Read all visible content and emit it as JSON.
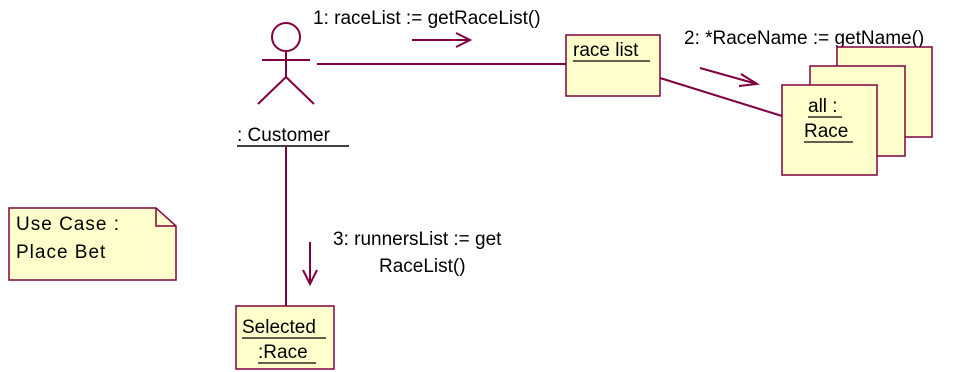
{
  "actor": {
    "name": ": Customer"
  },
  "objects": {
    "race_list": "race list",
    "all_race": [
      "all :",
      "Race"
    ],
    "selected_race": [
      "Selected",
      ":Race"
    ]
  },
  "messages": {
    "m1": "1: raceList := getRaceList()",
    "m2": "2: *RaceName := getName()",
    "m3": [
      "3: runnersList := get",
      "RaceList()"
    ]
  },
  "note": {
    "lines": [
      "Use Case :",
      "Place Bet"
    ]
  },
  "colors": {
    "line": "#800040",
    "box_fill": "#ffffcc",
    "box_stroke": "#800040"
  }
}
